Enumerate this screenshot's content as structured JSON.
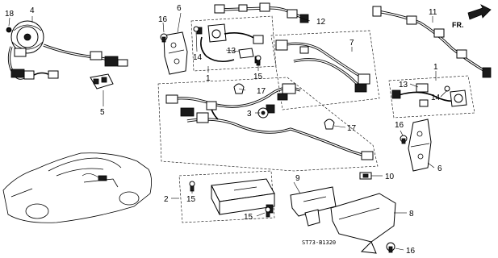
{
  "callouts": {
    "c1a": "1",
    "c1b": "1",
    "c2": "2",
    "c3": "3",
    "c4": "4",
    "c5": "5",
    "c6a": "6",
    "c6b": "6",
    "c7": "7",
    "c8": "8",
    "c9": "9",
    "c10": "10",
    "c11": "11",
    "c12": "12",
    "c13a": "13",
    "c13b": "13",
    "c14a": "14",
    "c14b": "14",
    "c15a": "15",
    "c15b": "15",
    "c15c": "15",
    "c16a": "16",
    "c16b": "16",
    "c16c": "16",
    "c17a": "17",
    "c17b": "17",
    "c18": "18"
  },
  "direction_label": "FR.",
  "diagram_code": "ST73-B1320"
}
